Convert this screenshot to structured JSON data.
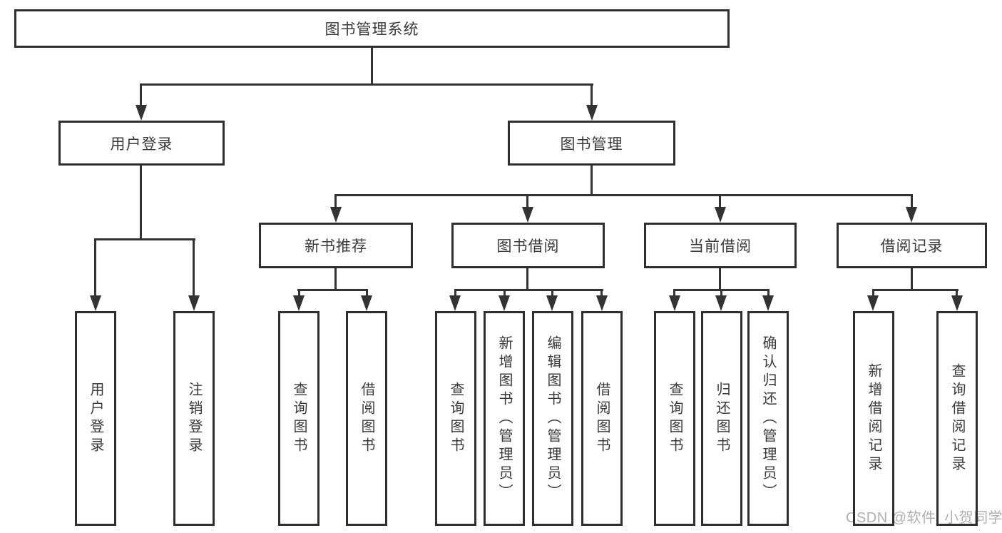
{
  "diagram_type": "hierarchy-tree",
  "root": {
    "label": "图书管理系统"
  },
  "branches": {
    "user": {
      "label": "用户登录",
      "children": [
        {
          "label": "用户登录"
        },
        {
          "label": "注销登录"
        }
      ]
    },
    "manage": {
      "label": "图书管理",
      "sections": [
        {
          "label": "新书推荐",
          "children": [
            {
              "label": "查询图书"
            },
            {
              "label": "借阅图书"
            }
          ]
        },
        {
          "label": "图书借阅",
          "children": [
            {
              "label": "查询图书"
            },
            {
              "label": "新增图书（管理员）"
            },
            {
              "label": "编辑图书（管理员）"
            },
            {
              "label": "借阅图书"
            }
          ]
        },
        {
          "label": "当前借阅",
          "children": [
            {
              "label": "查询图书"
            },
            {
              "label": "归还图书"
            },
            {
              "label": "确认归还（管理员）"
            }
          ]
        },
        {
          "label": "借阅记录",
          "children": [
            {
              "label": "新增借阅记录"
            },
            {
              "label": "查询借阅记录"
            }
          ]
        }
      ]
    }
  },
  "watermark": {
    "text": "CSDN @软件_小贺同学"
  },
  "colors": {
    "line": "#333333",
    "box_border": "#2f2f2f",
    "text": "#3a3a3a",
    "watermark": "#b0b0b0",
    "background": "#ffffff"
  }
}
